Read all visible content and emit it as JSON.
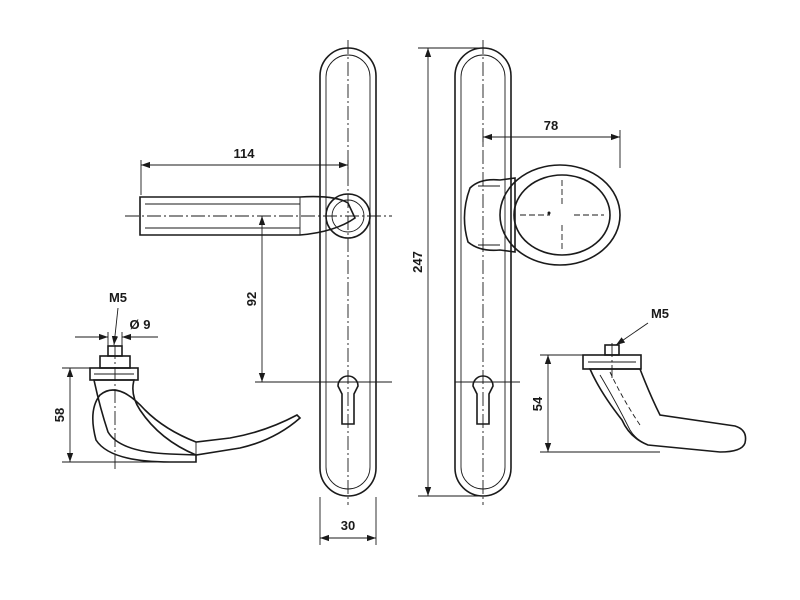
{
  "dimensions": {
    "lever_length": "114",
    "spindle_to_keyhole": "92",
    "plate_width": "30",
    "plate_height": "247",
    "knob_projection": "78",
    "lever_thread": "M5",
    "lever_collar_diameter": "Ø 9",
    "lever_height": "58",
    "knob_thread": "M5",
    "knob_height": "54"
  },
  "colors": {
    "line": "#1a1a1a",
    "background": "#ffffff"
  }
}
